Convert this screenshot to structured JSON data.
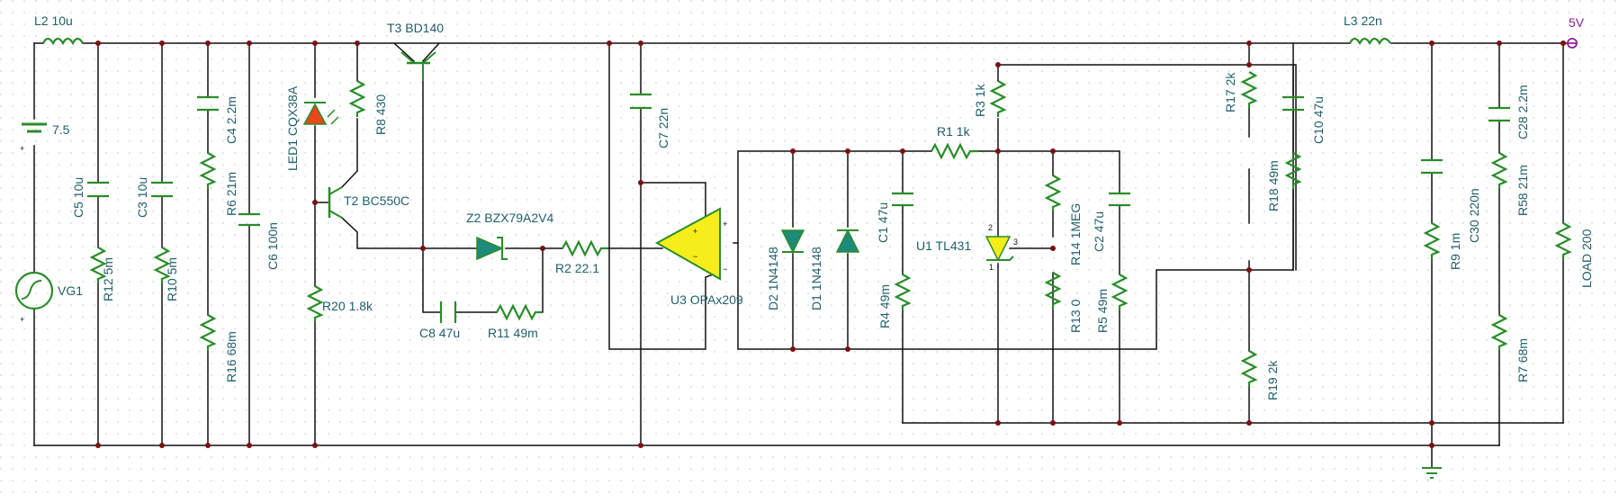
{
  "components": {
    "L2": "L2 10u",
    "L3": "L3 22n",
    "battery": "7.5",
    "VG1": "VG1",
    "C5": "C5 10u",
    "R12": "R12 5m",
    "C3": "C3 10u",
    "R10": "R10 5m",
    "C4": "C4 2.2m",
    "R6": "R6 21m",
    "R16": "R16 68m",
    "C6": "C6 100n",
    "LED1": "LED1 CQX38A",
    "R8": "R8 430",
    "T3": "T3 BD140",
    "T2": "T2 BC550C",
    "R20": "R20 1.8k",
    "Z2": "Z2 BZX79A2V4",
    "C8": "C8 47u",
    "R11": "R11 49m",
    "R2": "R2 22.1",
    "C7": "C7 22n",
    "U3": "U3 OPAx209",
    "D2": "D2 1N4148",
    "D1": "D1 1N4148",
    "C1": "C1 47u",
    "R4": "R4 49m",
    "R1": "R1 1k",
    "R3": "R3 1k",
    "U1": "U1 TL431",
    "R14": "R14 1MEG",
    "C2": "C2 47u",
    "R13": "R13 0",
    "R5": "R5 49m",
    "R17": "R17 2k",
    "C10": "C10 47u",
    "R18": "R18 49m",
    "R19": "R19 2k",
    "R9": "R9 1m",
    "C30": "C30 220n",
    "C28": "C28 2.2m",
    "R58": "R58 21m",
    "R7": "R7 68m",
    "LOAD": "LOAD 200"
  },
  "port_label": "5V",
  "pins": {
    "plus": "+",
    "minus": "−",
    "tl431_pin1": "1",
    "tl431_pin2": "2",
    "tl431_pin3": "3"
  },
  "colors": {
    "wire": "#111111",
    "component": "#2a8c2a",
    "label": "#1f5f6a",
    "port_label": "#8b2090",
    "opamp_fill": "#f5ee1a",
    "led_fill": "#e8481c",
    "diode_fill": "#1e8a7a",
    "junction": "#7a1010",
    "grid_dot": "#d4d4d4"
  }
}
